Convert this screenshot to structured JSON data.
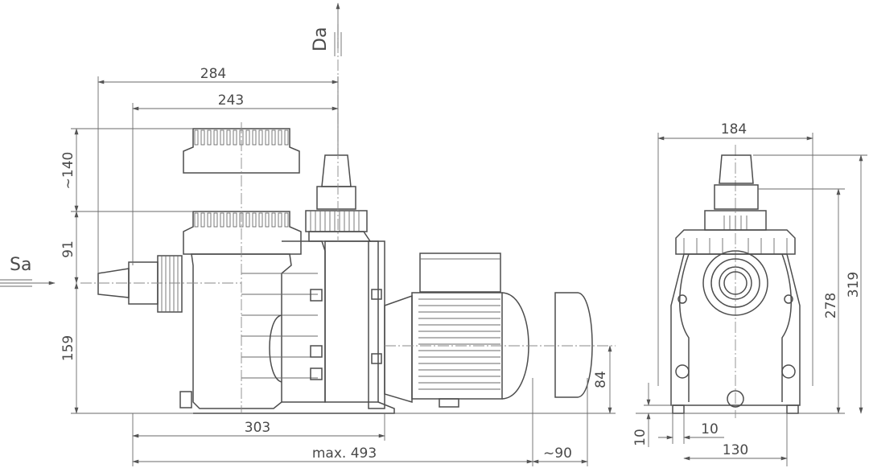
{
  "flow": {
    "inlet_label": "Sa",
    "outlet_label": "Da"
  },
  "side_view": {
    "overall_length_label": "max. 493",
    "body_length_label": "303",
    "top_width_large": "284",
    "top_width_small": "243",
    "lid_removal_height": "~140",
    "inlet_to_top_height": "91",
    "inlet_height": "159",
    "motor_axis_height": "84",
    "motor_clearance": "~90"
  },
  "front_view": {
    "width": "184",
    "height_inner": "278",
    "height_total": "319",
    "foot_spacing": "130",
    "foot_width": "10",
    "foot_height": "10"
  },
  "colors": {
    "line": "#4d4d4d",
    "text": "#4a4a4a"
  }
}
